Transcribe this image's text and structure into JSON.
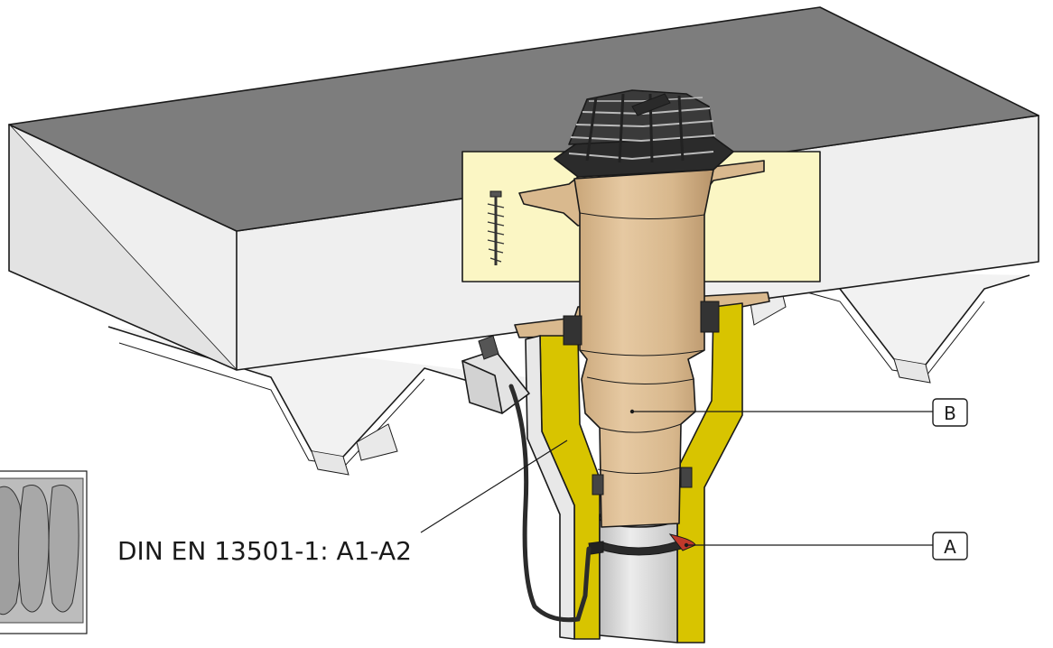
{
  "callouts": {
    "a_label": "A",
    "b_label": "B",
    "standard": "DIN EN 13501-1: A1-A2"
  },
  "colors": {
    "roof_surface": "#7d7d7d",
    "insulation_side": "#efefef",
    "vapour_layer": "#fbf6c4",
    "drain_body": "#d9b98e",
    "fire_sleeve": "#d8c400",
    "pipe": "#dddddd",
    "heating_band": "#c0392b",
    "grate": "#333333"
  }
}
